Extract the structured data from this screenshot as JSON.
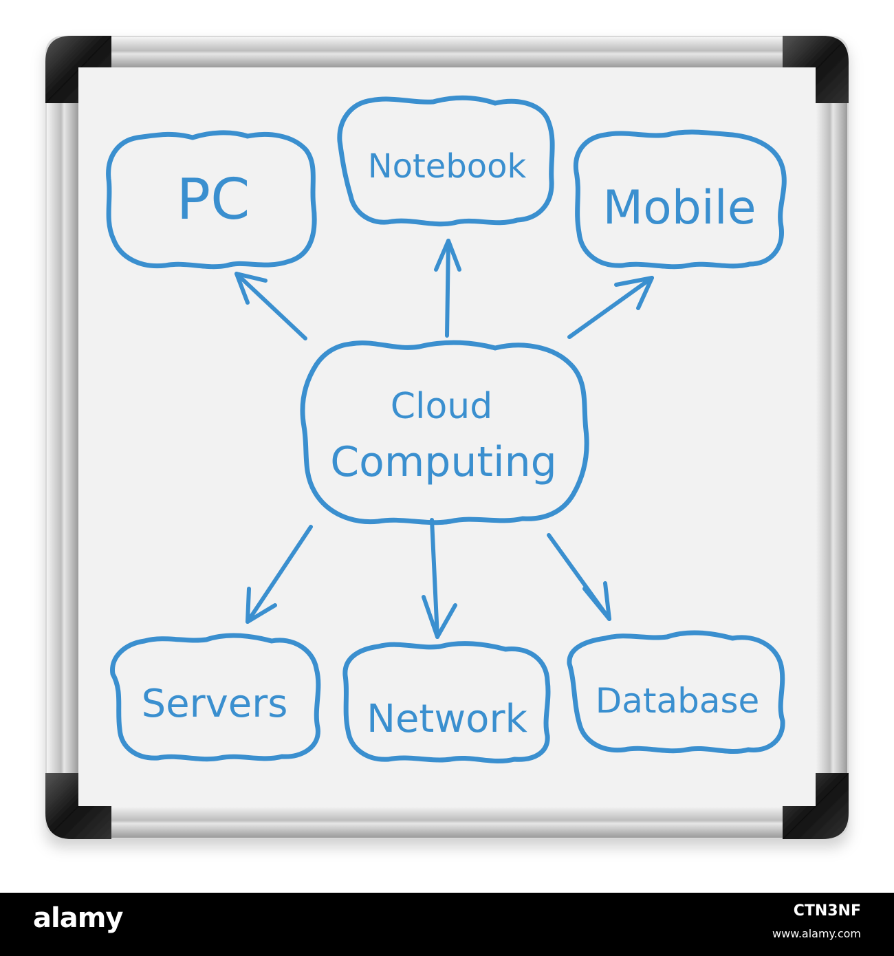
{
  "diagram": {
    "center": {
      "line1": "Cloud",
      "line2": "Computing"
    },
    "outputs": [
      {
        "id": "pc",
        "label": "PC"
      },
      {
        "id": "notebook",
        "label": "Notebook"
      },
      {
        "id": "mobile",
        "label": "Mobile"
      },
      {
        "id": "servers",
        "label": "Servers"
      },
      {
        "id": "network",
        "label": "Network"
      },
      {
        "id": "database",
        "label": "Database"
      }
    ]
  },
  "watermark": {
    "brand": "alamy",
    "stock_id": "CTN3NF",
    "site": "www.alamy.com"
  },
  "colors": {
    "marker_blue": "#3a8fcf",
    "board_surface": "#f2f2f2",
    "frame_silver": "#d0d0d0",
    "corner_black": "#1a1a1a",
    "footer_bar": "#000000"
  }
}
